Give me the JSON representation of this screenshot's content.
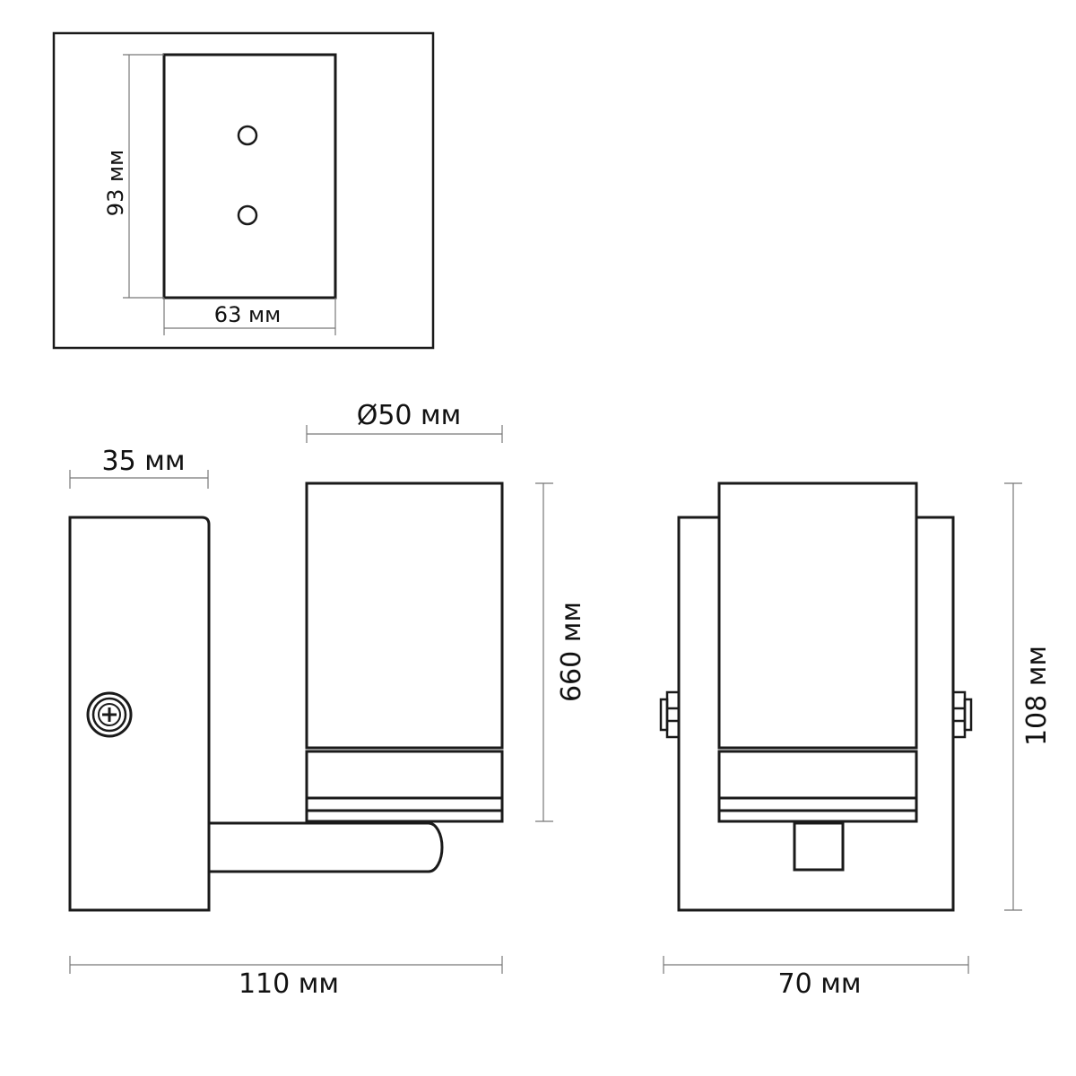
{
  "colors": {
    "line": "#1a1a1a",
    "dimension_line": "#555555",
    "background": "#ffffff"
  },
  "diagram": {
    "mounting_plate": {
      "height_label": "93 мм",
      "width_label": "63 мм"
    },
    "side_view": {
      "base_depth_label": "35 мм",
      "shade_diameter_label": "Ø50 мм",
      "height_label": "660 мм",
      "total_width_label": "110 мм",
      "screw_icon": "phillips-screw-icon"
    },
    "front_view": {
      "height_label": "108 мм",
      "width_label": "70 мм"
    }
  }
}
